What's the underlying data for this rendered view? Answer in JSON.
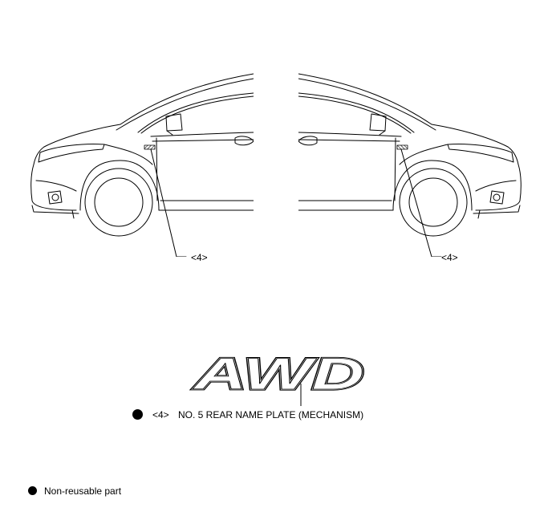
{
  "callouts": {
    "left_car_label": "<4>",
    "right_car_label": "<4>"
  },
  "nameplate": {
    "emblem_text": "AWD",
    "callout_number": "<4>",
    "description": "NO. 5 REAR NAME PLATE (MECHANISM)"
  },
  "legend": {
    "non_reusable_label": "Non-reusable part"
  },
  "colors": {
    "line": "#000000",
    "background": "#ffffff"
  }
}
